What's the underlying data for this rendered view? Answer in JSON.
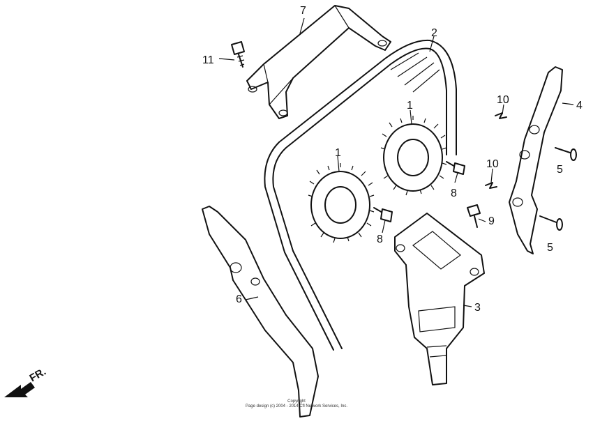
{
  "labels": {
    "p1a": "1",
    "p1b": "1",
    "p2": "2",
    "p3": "3",
    "p4": "4",
    "p5a": "5",
    "p5b": "5",
    "p6": "6",
    "p7": "7",
    "p8a": "8",
    "p8b": "8",
    "p9": "9",
    "p10a": "10",
    "p10b": "10",
    "p11": "11"
  },
  "direction": "FR.",
  "copyright": {
    "line1": "Copyright",
    "line2": "Page design (c) 2004 - 2014 Cfl Network Services, Inc."
  }
}
